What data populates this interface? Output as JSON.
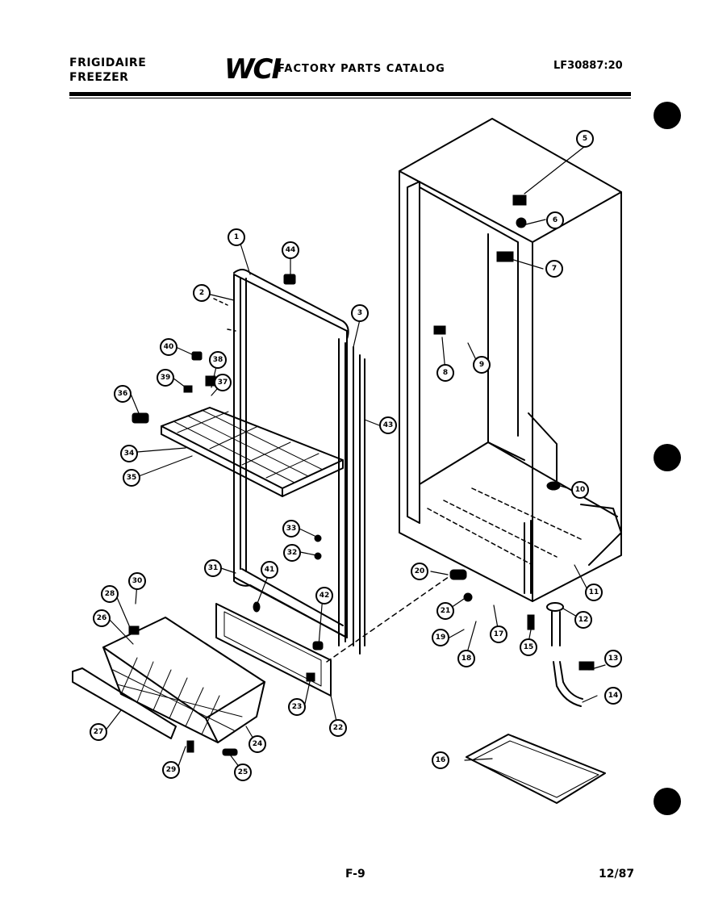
{
  "header": {
    "brand_line1": "FRIGIDAIRE",
    "brand_line2": "FREEZER",
    "logo": "WCI",
    "catalog_title": "FACTORY PARTS CATALOG",
    "model_number": "LF30887:20"
  },
  "footer": {
    "page_number": "F-9",
    "date": "12/87"
  },
  "callouts": [
    {
      "id": "c1",
      "label": "1"
    },
    {
      "id": "c2",
      "label": "2"
    },
    {
      "id": "c3",
      "label": "3"
    },
    {
      "id": "c44",
      "label": "44"
    },
    {
      "id": "c40",
      "label": "40"
    },
    {
      "id": "c38a",
      "label": "38"
    },
    {
      "id": "c39",
      "label": "39"
    },
    {
      "id": "c37",
      "label": "37"
    },
    {
      "id": "c36",
      "label": "36"
    },
    {
      "id": "c34",
      "label": "34"
    },
    {
      "id": "c35",
      "label": "35"
    },
    {
      "id": "c43",
      "label": "43"
    },
    {
      "id": "c33",
      "label": "33"
    },
    {
      "id": "c32",
      "label": "32"
    },
    {
      "id": "c31",
      "label": "31"
    },
    {
      "id": "c41",
      "label": "41"
    },
    {
      "id": "c42",
      "label": "42"
    },
    {
      "id": "c30",
      "label": "30"
    },
    {
      "id": "c28",
      "label": "28"
    },
    {
      "id": "c26",
      "label": "26"
    },
    {
      "id": "c27",
      "label": "27"
    },
    {
      "id": "c29",
      "label": "29"
    },
    {
      "id": "c25",
      "label": "25"
    },
    {
      "id": "c24",
      "label": "24"
    },
    {
      "id": "c23",
      "label": "23"
    },
    {
      "id": "c22",
      "label": "22"
    },
    {
      "id": "c5",
      "label": "5"
    },
    {
      "id": "c6",
      "label": "6"
    },
    {
      "id": "c7",
      "label": "7"
    },
    {
      "id": "c8",
      "label": "8"
    },
    {
      "id": "c9",
      "label": "9"
    },
    {
      "id": "c10",
      "label": "10"
    },
    {
      "id": "c11",
      "label": "11"
    },
    {
      "id": "c12",
      "label": "12"
    },
    {
      "id": "c13",
      "label": "13"
    },
    {
      "id": "c14",
      "label": "14"
    },
    {
      "id": "c15",
      "label": "15"
    },
    {
      "id": "c16",
      "label": "16"
    },
    {
      "id": "c17",
      "label": "17"
    },
    {
      "id": "c18",
      "label": "18"
    },
    {
      "id": "c19",
      "label": "19"
    },
    {
      "id": "c20",
      "label": "20"
    },
    {
      "id": "c21",
      "label": "21"
    }
  ]
}
